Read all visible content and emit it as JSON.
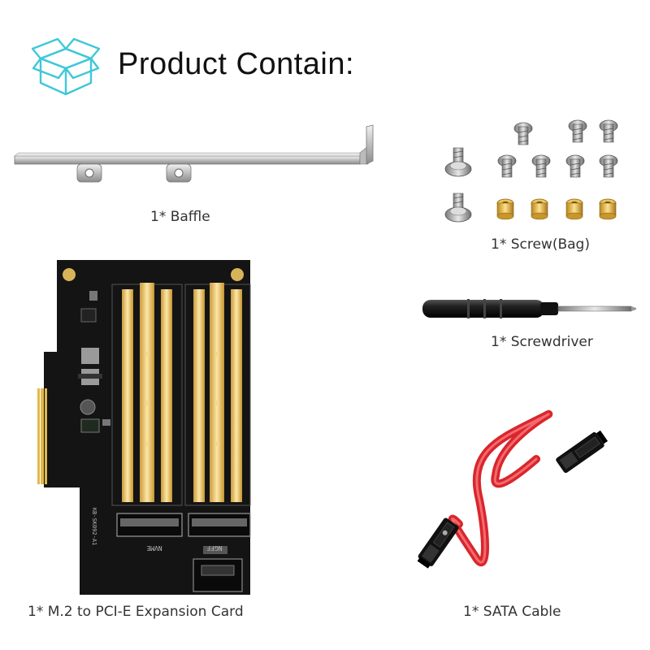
{
  "header": {
    "title": "Product Contain:",
    "icon": "box-icon",
    "accent_color": "#3ec8d8"
  },
  "items": [
    {
      "label": "1* Baffle",
      "icon": "baffle-bracket-image"
    },
    {
      "label": "1* Screw(Bag)",
      "icon": "screw-bag-image"
    },
    {
      "label": "1* Screwdriver",
      "icon": "screwdriver-image"
    },
    {
      "label": "1* M.2 to PCI-E Expansion Card",
      "icon": "expansion-card-image"
    },
    {
      "label": "1* SATA Cable",
      "icon": "sata-cable-image"
    }
  ],
  "card_labels": {
    "slot_left": "NVME",
    "slot_right": "NGFF",
    "model": "KB-SK092-A1"
  }
}
